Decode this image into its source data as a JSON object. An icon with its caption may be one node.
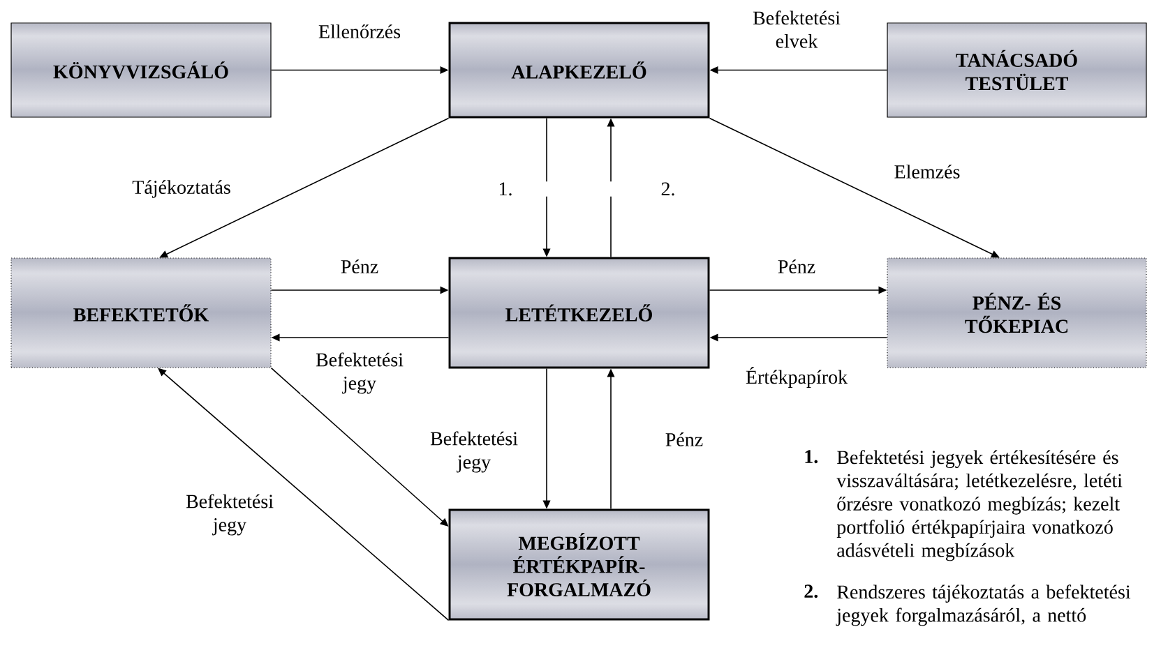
{
  "diagram": {
    "nodes": [
      {
        "text": [
          "KÖNYVVIZSGÁLÓ"
        ]
      },
      {
        "text": [
          "ALAPKEZELŐ"
        ]
      },
      {
        "text": [
          "TANÁCSADÓ TESTÜLET"
        ]
      },
      {
        "text": [
          "BEFEKTETŐK"
        ]
      },
      {
        "text": [
          "LETÉTKEZELŐ"
        ]
      },
      {
        "text": [
          "PÉNZ- ÉS TŐKEPIAC"
        ]
      },
      {
        "text": [
          "MEGBÍZOTT ÉRTÉKPAPÍR-FORGALMAZÓ"
        ]
      }
    ],
    "edges": [
      {
        "from": 0,
        "to": 1,
        "arrow": "to",
        "label": "Ellenőrzés"
      },
      {
        "from": 2,
        "to": 1,
        "arrow": "to",
        "label": "Befektetési elvek"
      },
      {
        "from": 1,
        "to": 3,
        "arrow": "to",
        "label": "Tájékoztatás"
      },
      {
        "from": 1,
        "to": 4,
        "arrow": "to",
        "label": "1."
      },
      {
        "from": 4,
        "to": 1,
        "arrow": "to",
        "label": "2."
      },
      {
        "from": 1,
        "to": 5,
        "arrow": "to",
        "label": "Elemzés"
      },
      {
        "from": 3,
        "to": 4,
        "arrow": "to",
        "label": "Pénz"
      },
      {
        "from": 4,
        "to": 3,
        "arrow": "to",
        "label": "Befektetési jegy"
      },
      {
        "from": 4,
        "to": 5,
        "arrow": "to",
        "label": "Pénz"
      },
      {
        "from": 5,
        "to": 4,
        "arrow": "to",
        "label": "Értékpapírok"
      },
      {
        "from": 4,
        "to": 6,
        "arrow": "to",
        "label": "Befektetési jegy"
      },
      {
        "from": 6,
        "to": 4,
        "arrow": "to",
        "label": "Pénz"
      },
      {
        "from": 3,
        "to": 6,
        "arrow": "to"
      },
      {
        "from": 6,
        "to": 3,
        "arrow": "to",
        "label": "Befektetési jegy"
      }
    ],
    "labels": [
      "1.",
      "Befektetési jegyek értékesítésére és visszaváltására; letétkezelésre, letéti őrzésre vonatkozó megbízás; kezelt portfolió értékpapírjaira vonatkozó adásvételi megbízások",
      "2.",
      "Rendszeres tájékoztatás a befektetési jegyek forgalmazásáról, a nettó"
    ]
  }
}
